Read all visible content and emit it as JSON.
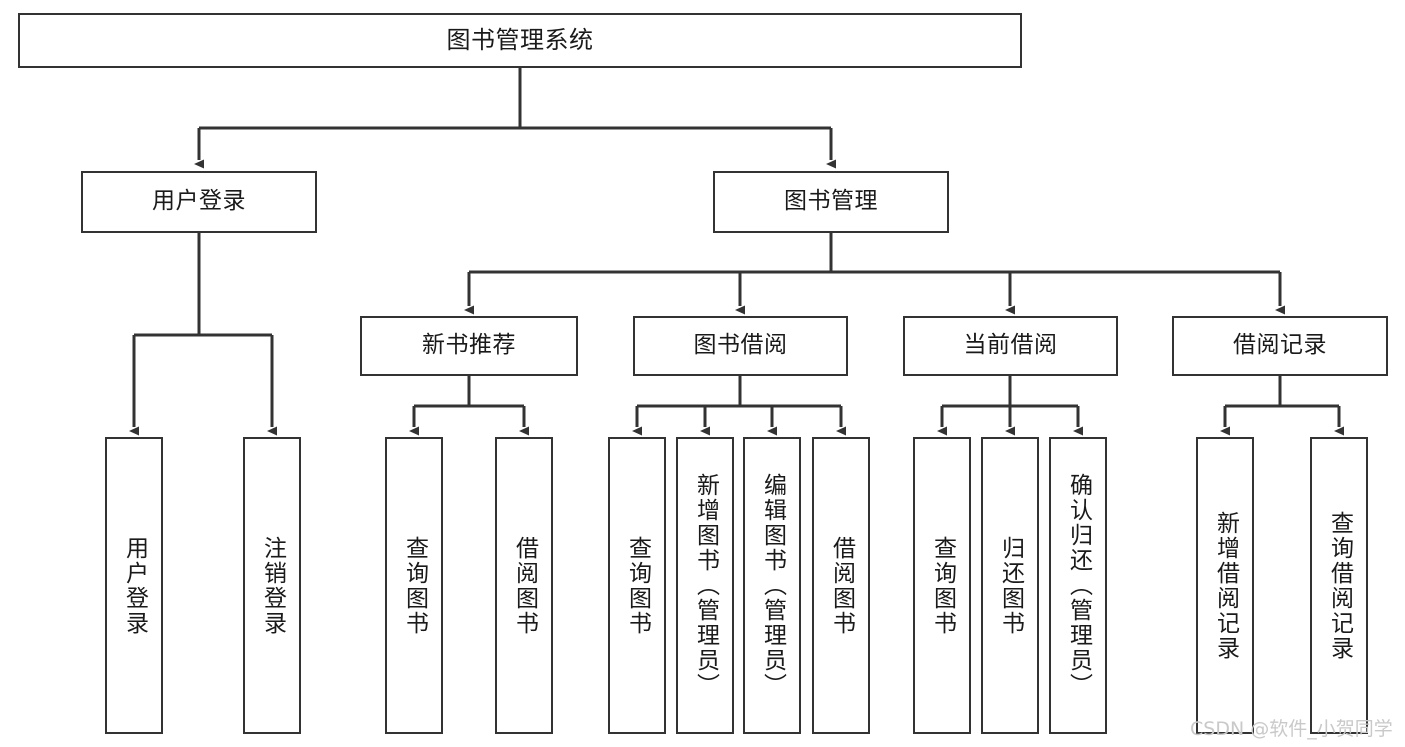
{
  "diagram": {
    "title": "图书管理系统",
    "watermark": "CSDN @软件_小贺同学",
    "line_color": "#333333",
    "box_border_color": "#333333",
    "box_fill": "#ffffff",
    "text_color": "#1a1a1a",
    "levels": {
      "root": {
        "label": "图书管理系统"
      },
      "level2": [
        {
          "label": "用户登录"
        },
        {
          "label": "图书管理"
        }
      ],
      "level3": [
        {
          "label": "新书推荐"
        },
        {
          "label": "图书借阅"
        },
        {
          "label": "当前借阅"
        },
        {
          "label": "借阅记录"
        }
      ],
      "leaves": {
        "user_login": [
          {
            "label": "用户登录"
          },
          {
            "label": "注销登录"
          }
        ],
        "new_book_recommend": [
          {
            "label": "查询图书"
          },
          {
            "label": "借阅图书"
          }
        ],
        "book_borrow": [
          {
            "label": "查询图书"
          },
          {
            "label": "新增图书（管理员）"
          },
          {
            "label": "编辑图书（管理员）"
          },
          {
            "label": "借阅图书"
          }
        ],
        "current_borrow": [
          {
            "label": "查询图书"
          },
          {
            "label": "归还图书"
          },
          {
            "label": "确认归还（管理员）"
          }
        ],
        "borrow_record": [
          {
            "label": "新增借阅记录"
          },
          {
            "label": "查询借阅记录"
          }
        ]
      }
    }
  }
}
